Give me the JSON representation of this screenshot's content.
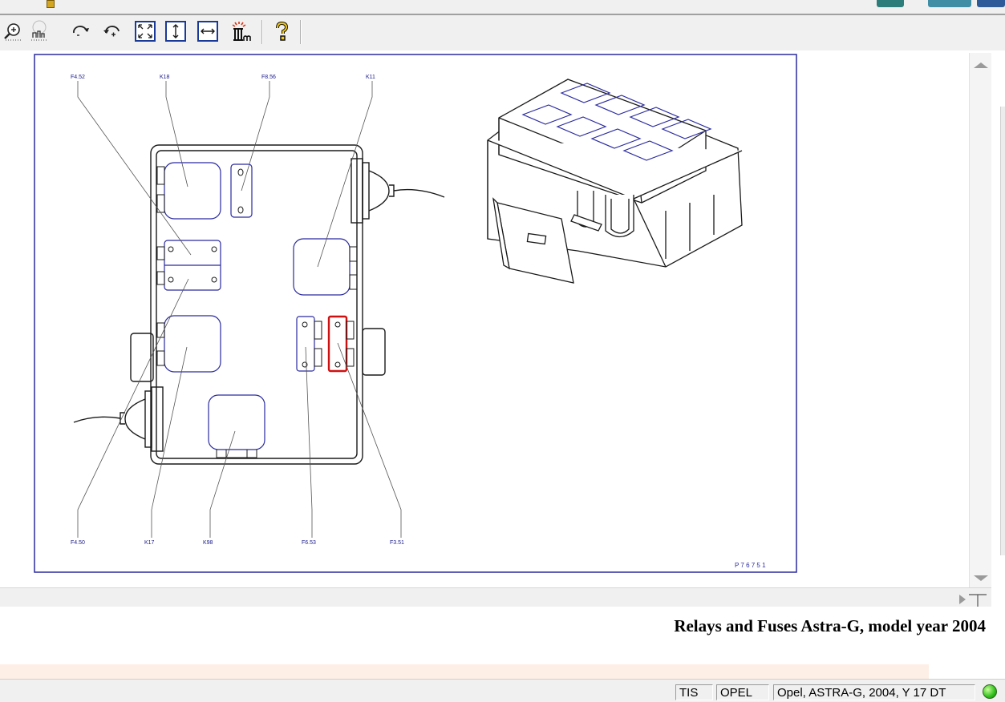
{
  "document": {
    "title": "Relays and Fuses Astra-G, model year 2004"
  },
  "diagram": {
    "labels": {
      "f4_52": "F4.52",
      "k18": "K18",
      "f8_56": "F8.56",
      "k11": "K11",
      "f4_50": "F4.50",
      "k17": "K17",
      "k98": "K98",
      "f6_53": "F6.53",
      "f3_51": "F3.51"
    },
    "figure_id": "P 7 6 7 5 1"
  },
  "toolbar": {
    "icons": [
      "zoom-in-icon",
      "zoom-out-icon",
      "rotate-right-icon",
      "rotate-left-icon",
      "fit-page-icon",
      "fit-height-icon",
      "fit-width-icon",
      "highlight-icon",
      "help-icon"
    ]
  },
  "status": {
    "app": "TIS",
    "brand": "OPEL",
    "vehicle": "Opel, ASTRA-G, 2004, Y 17 DT"
  },
  "colors": {
    "diagram_stroke": "#2a2aa0",
    "highlight": "#d01010",
    "status_ok": "#2fbf1a"
  }
}
